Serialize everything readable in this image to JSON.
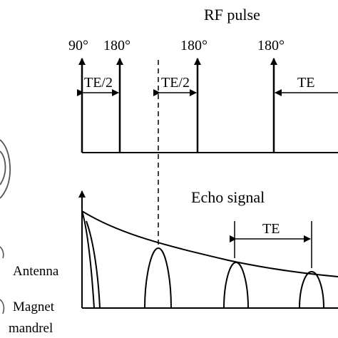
{
  "rf": {
    "title": "RF pulse",
    "pulse_90": "90°",
    "pulse_180_a": "180°",
    "pulse_180_b": "180°",
    "pulse_180_c": "180°",
    "te_half_a": "TE/2",
    "te_half_b": "TE/2",
    "te_full": "TE"
  },
  "echo": {
    "title": "Echo signal",
    "te": "TE"
  },
  "probe": {
    "antenna": "Antenna",
    "magnet_line1": "Magnet",
    "magnet_line2": "mandrel"
  },
  "colors": {
    "stroke": "#000000",
    "background": "#ffffff"
  }
}
